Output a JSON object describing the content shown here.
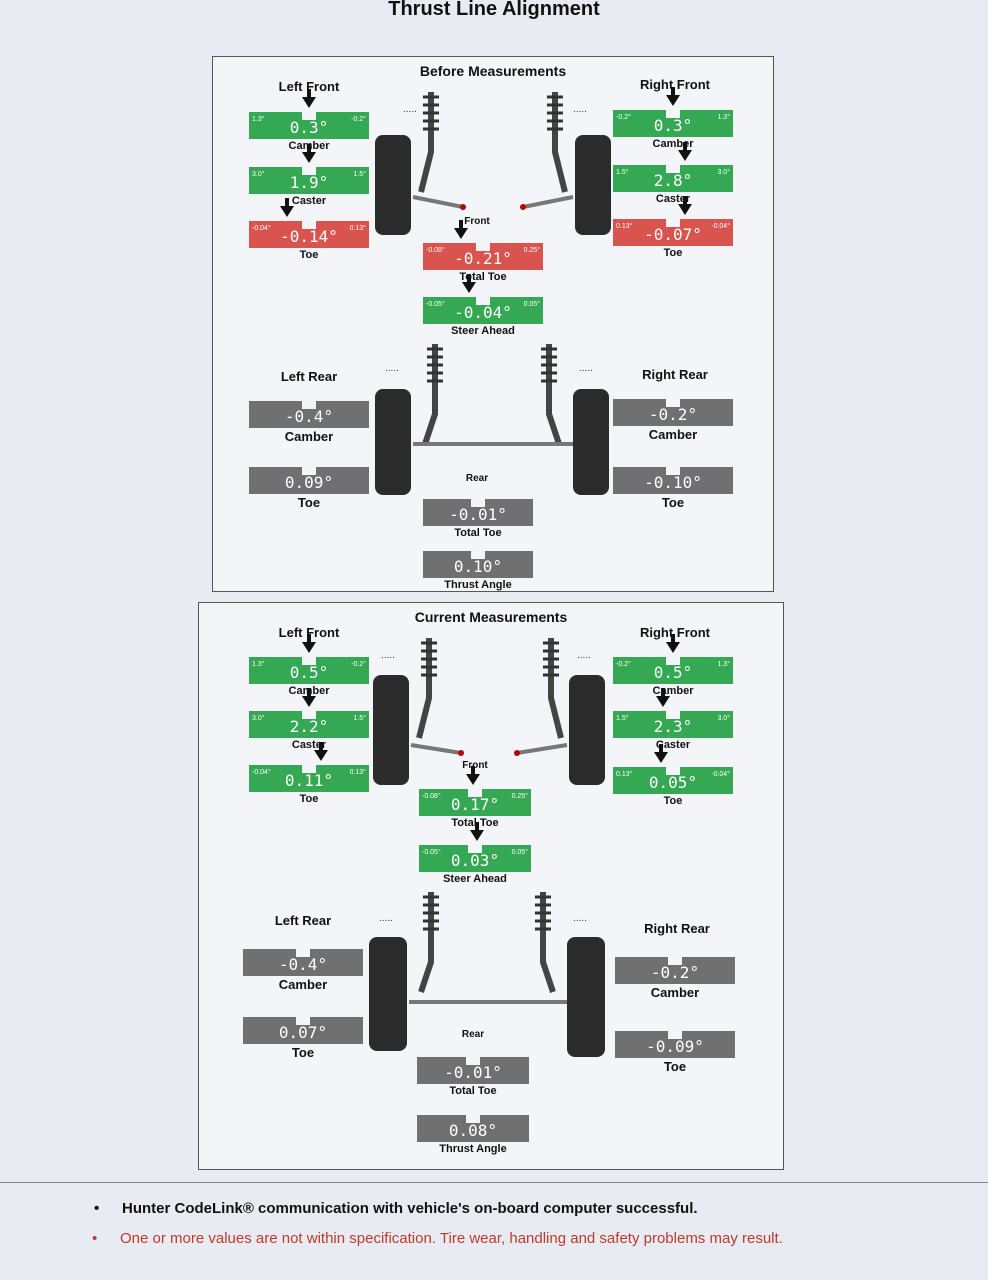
{
  "title": "Thrust Line Alignment",
  "before": {
    "heading": "Before Measurements",
    "left_front": {
      "label": "Left Front",
      "camber": {
        "value": "0.3°",
        "lo": "1.3°",
        "hi": "-0.2°",
        "caption": "Camber"
      },
      "caster": {
        "value": "1.9°",
        "lo": "3.0°",
        "hi": "1.5°",
        "caption": "Caster"
      },
      "toe": {
        "value": "-0.14°",
        "lo": "-0.04°",
        "hi": "0.13°",
        "caption": "Toe"
      }
    },
    "right_front": {
      "label": "Right Front",
      "camber": {
        "value": "0.3°",
        "lo": "-0.2°",
        "hi": "1.3°",
        "caption": "Camber"
      },
      "caster": {
        "value": "2.8°",
        "lo": "1.5°",
        "hi": "3.0°",
        "caption": "Caster"
      },
      "toe": {
        "value": "-0.07°",
        "lo": "0.13°",
        "hi": "-0.04°",
        "caption": "Toe"
      }
    },
    "front_label": "Front",
    "total_toe": {
      "value": "-0.21°",
      "lo": "-0.08°",
      "hi": "0.25°",
      "caption": "Total Toe"
    },
    "steer_ahead": {
      "value": "-0.04°",
      "lo": "-0.05°",
      "hi": "0.05°",
      "caption": "Steer Ahead"
    },
    "left_rear": {
      "label": "Left Rear",
      "camber": {
        "value": "-0.4°",
        "caption": "Camber"
      },
      "toe": {
        "value": "0.09°",
        "caption": "Toe"
      }
    },
    "right_rear": {
      "label": "Right Rear",
      "camber": {
        "value": "-0.2°",
        "caption": "Camber"
      },
      "toe": {
        "value": "-0.10°",
        "caption": "Toe"
      }
    },
    "rear_label": "Rear",
    "rear_total_toe": {
      "value": "-0.01°",
      "caption": "Total Toe"
    },
    "thrust_angle": {
      "value": "0.10°",
      "caption": "Thrust Angle"
    }
  },
  "current": {
    "heading": "Current Measurements",
    "left_front": {
      "label": "Left Front",
      "camber": {
        "value": "0.5°",
        "lo": "1.3°",
        "hi": "-0.2°",
        "caption": "Camber"
      },
      "caster": {
        "value": "2.2°",
        "lo": "3.0°",
        "hi": "1.5°",
        "caption": "Caster"
      },
      "toe": {
        "value": "0.11°",
        "lo": "-0.04°",
        "hi": "0.13°",
        "caption": "Toe"
      }
    },
    "right_front": {
      "label": "Right Front",
      "camber": {
        "value": "0.5°",
        "lo": "-0.2°",
        "hi": "1.3°",
        "caption": "Camber"
      },
      "caster": {
        "value": "2.3°",
        "lo": "1.5°",
        "hi": "3.0°",
        "caption": "Caster"
      },
      "toe": {
        "value": "0.05°",
        "lo": "0.13°",
        "hi": "-0.04°",
        "caption": "Toe"
      }
    },
    "front_label": "Front",
    "total_toe": {
      "value": "0.17°",
      "lo": "-0.08°",
      "hi": "0.25°",
      "caption": "Total Toe"
    },
    "steer_ahead": {
      "value": "0.03°",
      "lo": "-0.05°",
      "hi": "0.05°",
      "caption": "Steer Ahead"
    },
    "left_rear": {
      "label": "Left Rear",
      "camber": {
        "value": "-0.4°",
        "caption": "Camber"
      },
      "toe": {
        "value": "0.07°",
        "caption": "Toe"
      }
    },
    "right_rear": {
      "label": "Right Rear",
      "camber": {
        "value": "-0.2°",
        "caption": "Camber"
      },
      "toe": {
        "value": "-0.09°",
        "caption": "Toe"
      }
    },
    "rear_label": "Rear",
    "rear_total_toe": {
      "value": "-0.01°",
      "caption": "Total Toe"
    },
    "thrust_angle": {
      "value": "0.08°",
      "caption": "Thrust Angle"
    }
  },
  "notes": [
    "Hunter CodeLink® communication with vehicle's on-board computer successful.",
    "One or more values are not within specification.  Tire wear, handling and safety problems may result."
  ],
  "colors": {
    "in_spec": "#34a853",
    "out_of_spec": "#d9534f",
    "no_spec": "#707070",
    "warning_text": "#c0392b"
  }
}
